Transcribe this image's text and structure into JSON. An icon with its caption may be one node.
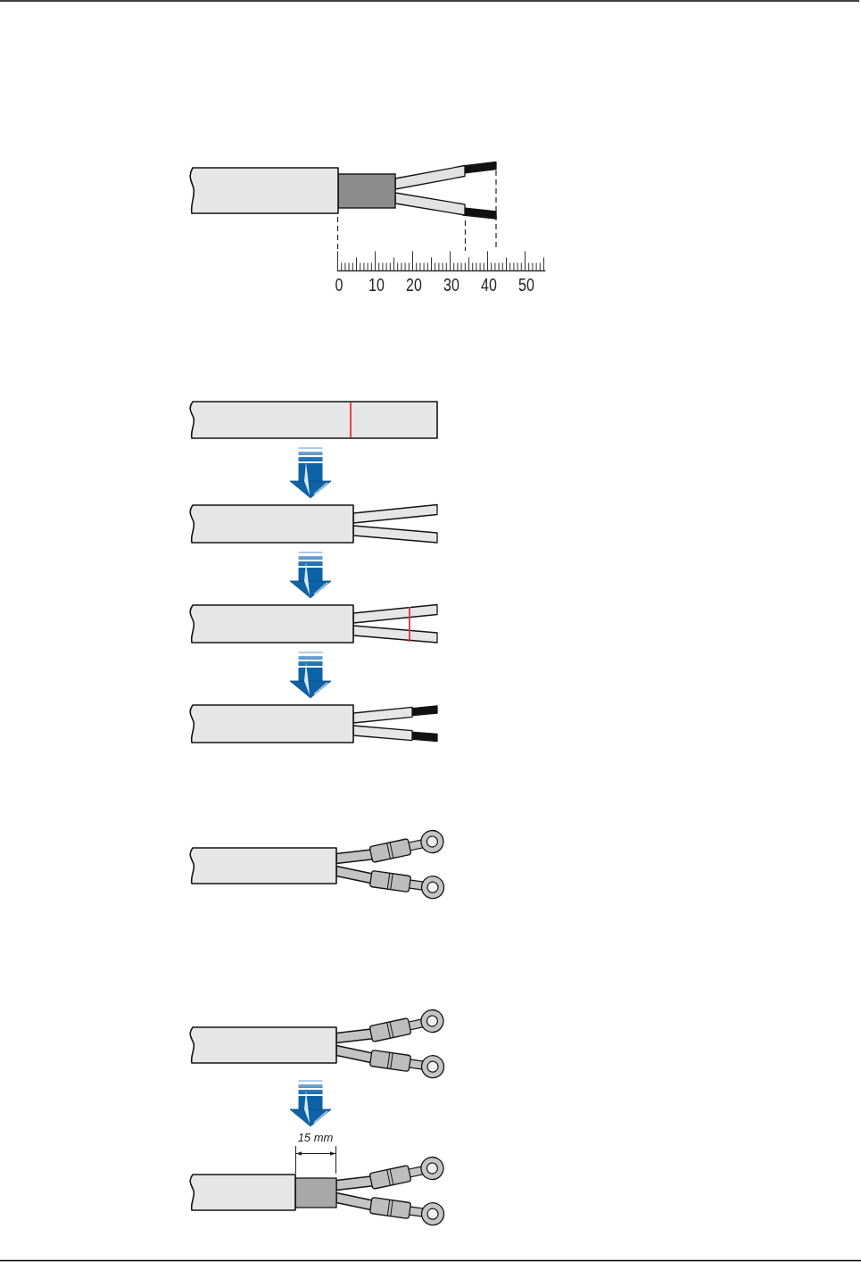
{
  "diagram": {
    "nodes": [
      {
        "text": [],
        "shape": "cable"
      },
      {
        "text": [],
        "shape": "cable"
      },
      {
        "text": [],
        "shape": "cable"
      },
      {
        "text": [],
        "shape": "cable"
      },
      {
        "text": [],
        "shape": "cable"
      },
      {
        "text": [],
        "shape": "cable"
      }
    ],
    "edges": [
      {
        "from": 0,
        "to": 1,
        "arrow": "to"
      },
      {
        "from": 1,
        "to": 2,
        "arrow": "to"
      },
      {
        "from": 2,
        "to": 3,
        "arrow": "to"
      },
      {
        "from": 4,
        "to": 5,
        "arrow": "to"
      }
    ],
    "labels": [
      "0",
      "10",
      "20",
      "30",
      "40",
      "50",
      "15 mm"
    ]
  }
}
